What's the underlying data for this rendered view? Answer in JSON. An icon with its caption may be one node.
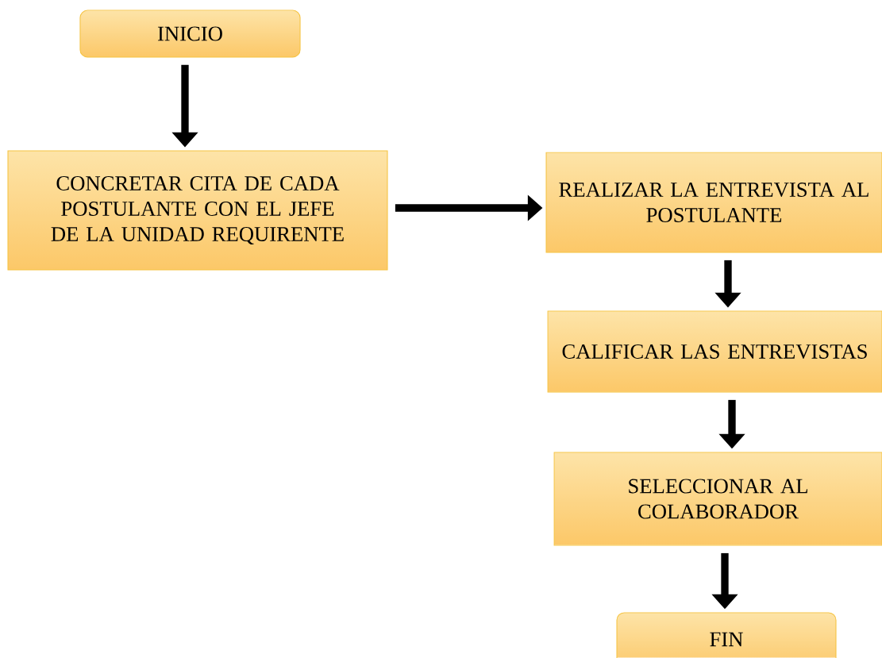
{
  "diagram": {
    "nodes": [
      {
        "text": [
          "INICIO"
        ]
      },
      {
        "text": [
          "CONCRETAR CITA DE CADA POSTULANTE CON EL JEFE DE LA UNIDAD REQUIRENTE"
        ]
      },
      {
        "text": [
          "REALIZAR LA ENTREVISTA AL POSTULANTE"
        ]
      },
      {
        "text": [
          "CALIFICAR LAS ENTREVISTAS"
        ]
      },
      {
        "text": [
          "SELECCIONAR AL COLABORADOR"
        ]
      },
      {
        "text": [
          "FIN"
        ]
      }
    ],
    "edges": [
      {
        "from": 0,
        "to": 1,
        "arrow": "to"
      },
      {
        "from": 1,
        "to": 2,
        "arrow": "to"
      },
      {
        "from": 2,
        "to": 3,
        "arrow": "to"
      },
      {
        "from": 3,
        "to": 4,
        "arrow": "to"
      },
      {
        "from": 4,
        "to": 5,
        "arrow": "to"
      }
    ]
  }
}
